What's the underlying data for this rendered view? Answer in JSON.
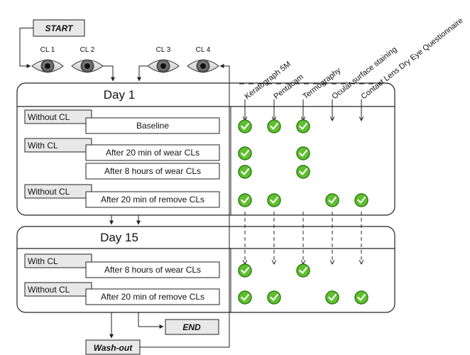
{
  "start_label": "START",
  "end_label": "END",
  "washout_label": "Wash-out",
  "contact_lenses": [
    "CL 1",
    "CL 2",
    "CL 3",
    "CL 4"
  ],
  "columns": [
    "Keratograph 5M",
    "Pentacam",
    "Termography",
    "Ocular surface staining",
    "Contact Lens Dry Eye Questionnaire"
  ],
  "day1": {
    "title": "Day 1",
    "groups": [
      {
        "tag": "Without CL",
        "rows": [
          {
            "label": "Baseline",
            "checks": [
              true,
              true,
              true,
              false,
              false
            ]
          }
        ]
      },
      {
        "tag": "With CL",
        "rows": [
          {
            "label": "After 20 min of wear CLs",
            "checks": [
              true,
              false,
              true,
              false,
              false
            ]
          },
          {
            "label": "After 8 hours of wear CLs",
            "checks": [
              true,
              false,
              true,
              false,
              false
            ]
          }
        ]
      },
      {
        "tag": "Without CL",
        "rows": [
          {
            "label": "After 20 min of remove CLs",
            "checks": [
              true,
              true,
              false,
              true,
              true
            ]
          }
        ]
      }
    ]
  },
  "day15": {
    "title": "Day 15",
    "groups": [
      {
        "tag": "With CL",
        "rows": [
          {
            "label": "After 8 hours of wear CLs",
            "checks": [
              true,
              false,
              true,
              false,
              false
            ]
          }
        ]
      },
      {
        "tag": "Without CL",
        "rows": [
          {
            "label": "After 20 min of remove CLs",
            "checks": [
              true,
              true,
              false,
              true,
              true
            ]
          }
        ]
      }
    ]
  },
  "colors": {
    "check_fill": "#5fbf2f",
    "check_border": "#2f7d14",
    "tag_fill": "#e8e8e8",
    "line": "#222222"
  }
}
